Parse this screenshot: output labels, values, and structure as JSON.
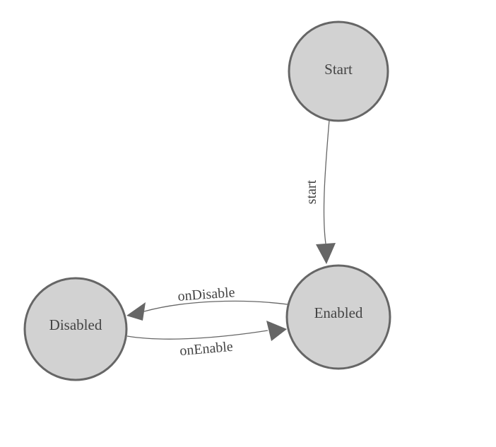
{
  "diagram": {
    "type": "state-machine",
    "nodes": [
      {
        "id": "Start",
        "label": "Start"
      },
      {
        "id": "Enabled",
        "label": "Enabled"
      },
      {
        "id": "Disabled",
        "label": "Disabled"
      }
    ],
    "edges": [
      {
        "from": "Start",
        "to": "Enabled",
        "label": "start"
      },
      {
        "from": "Enabled",
        "to": "Disabled",
        "label": "onDisable"
      },
      {
        "from": "Disabled",
        "to": "Enabled",
        "label": "onEnable"
      }
    ],
    "colors": {
      "background": "#ffffff",
      "node_fill": "#d2d2d2",
      "node_stroke": "#666666",
      "edge_stroke": "#666666",
      "label_text": "#444444"
    }
  }
}
